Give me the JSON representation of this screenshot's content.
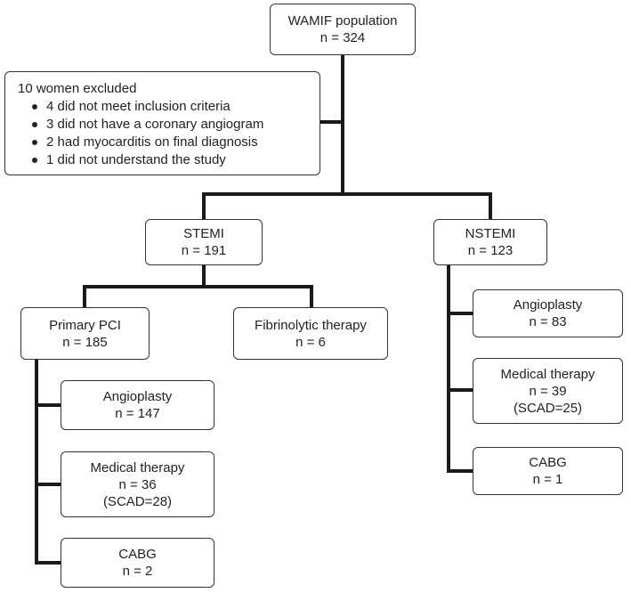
{
  "root": {
    "title": "WAMIF population",
    "count": "n = 324"
  },
  "exclusion": {
    "title": "10 women excluded",
    "items": [
      "4 did not meet inclusion criteria",
      "3 did not have a coronary angiogram",
      "2 had myocarditis on final diagnosis",
      "1 did not understand the study"
    ]
  },
  "stemi": {
    "title": "STEMI",
    "count": "n = 191",
    "primary_pci": {
      "title": "Primary PCI",
      "count": "n = 185",
      "angioplasty": {
        "title": "Angioplasty",
        "count": "n = 147"
      },
      "medical": {
        "title": "Medical therapy",
        "count": "n = 36",
        "note": "(SCAD=28)"
      },
      "cabg": {
        "title": "CABG",
        "count": "n = 2"
      }
    },
    "fibrinolytic": {
      "title": "Fibrinolytic therapy",
      "count": "n = 6"
    }
  },
  "nstemi": {
    "title": "NSTEMI",
    "count": "n = 123",
    "angioplasty": {
      "title": "Angioplasty",
      "count": "n = 83"
    },
    "medical": {
      "title": "Medical therapy",
      "count": "n = 39",
      "note": "(SCAD=25)"
    },
    "cabg": {
      "title": "CABG",
      "count": "n = 1"
    }
  }
}
